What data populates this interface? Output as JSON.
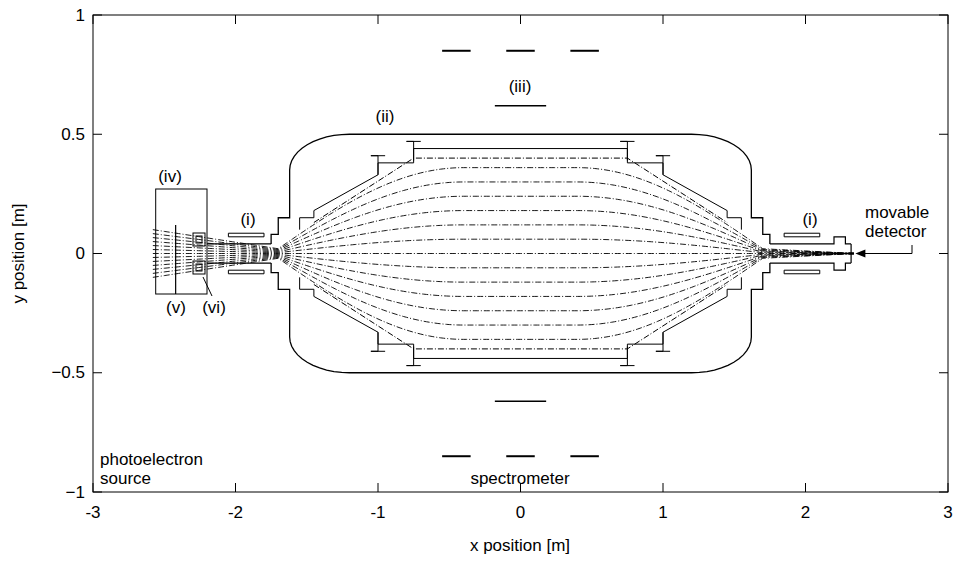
{
  "diagram": {
    "labels": [
      "1",
      "0.5",
      "0",
      "−0.5",
      "−1",
      "-3",
      "-2",
      "-1",
      "0",
      "1",
      "2",
      "3",
      "x position [m]",
      "y position [m]",
      "(iii)",
      "(ii)",
      "(iv)",
      "(i)",
      "(i)",
      "(v)",
      "(vi)",
      "photoelectron source",
      "spectrometer",
      "movable detector"
    ]
  }
}
